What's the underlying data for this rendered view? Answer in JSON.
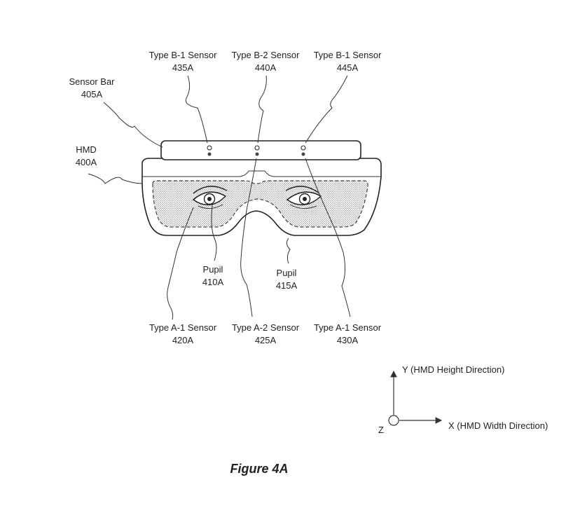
{
  "labels": {
    "sensor_b1_left": {
      "name": "Type B-1 Sensor",
      "ref": "435A"
    },
    "sensor_b2": {
      "name": "Type B-2 Sensor",
      "ref": "440A"
    },
    "sensor_b1_right": {
      "name": "Type B-1 Sensor",
      "ref": "445A"
    },
    "sensor_bar": {
      "name": "Sensor Bar",
      "ref": "405A"
    },
    "hmd": {
      "name": "HMD",
      "ref": "400A"
    },
    "pupil_left": {
      "name": "Pupil",
      "ref": "410A"
    },
    "pupil_right": {
      "name": "Pupil",
      "ref": "415A"
    },
    "sensor_a1_left": {
      "name": "Type A-1 Sensor",
      "ref": "420A"
    },
    "sensor_a2": {
      "name": "Type A-2 Sensor",
      "ref": "425A"
    },
    "sensor_a1_right": {
      "name": "Type A-1 Sensor",
      "ref": "430A"
    }
  },
  "axes": {
    "y_label": "Y  (HMD Height Direction)",
    "x_label": "X (HMD Width Direction)",
    "z_label": "Z"
  },
  "caption": "Figure 4A"
}
